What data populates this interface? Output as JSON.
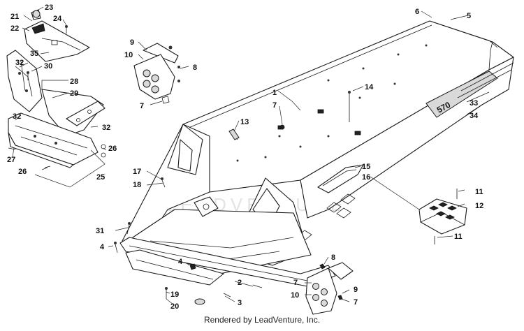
{
  "diagram": {
    "watermark_text": "LEADVENTURE",
    "credit": "Rendered by LeadVenture, Inc.",
    "callouts": [
      {
        "id": "c23",
        "label": "23"
      },
      {
        "id": "c21",
        "label": "21"
      },
      {
        "id": "c24",
        "label": "24"
      },
      {
        "id": "c22",
        "label": "22"
      },
      {
        "id": "c35",
        "label": "35"
      },
      {
        "id": "c32a",
        "label": "32"
      },
      {
        "id": "c30",
        "label": "30"
      },
      {
        "id": "c28",
        "label": "28"
      },
      {
        "id": "c29",
        "label": "29"
      },
      {
        "id": "c32b",
        "label": "32"
      },
      {
        "id": "c32c",
        "label": "32"
      },
      {
        "id": "c27",
        "label": "27"
      },
      {
        "id": "c26a",
        "label": "26"
      },
      {
        "id": "c26b",
        "label": "26"
      },
      {
        "id": "c25",
        "label": "25"
      },
      {
        "id": "c9a",
        "label": "9"
      },
      {
        "id": "c10a",
        "label": "10"
      },
      {
        "id": "c8a",
        "label": "8"
      },
      {
        "id": "c7a",
        "label": "7"
      },
      {
        "id": "c6",
        "label": "6"
      },
      {
        "id": "c5",
        "label": "5"
      },
      {
        "id": "c1",
        "label": "1"
      },
      {
        "id": "c7b",
        "label": "7"
      },
      {
        "id": "c14",
        "label": "14"
      },
      {
        "id": "c13",
        "label": "13"
      },
      {
        "id": "c33",
        "label": "33"
      },
      {
        "id": "c34",
        "label": "34"
      },
      {
        "id": "c17",
        "label": "17"
      },
      {
        "id": "c18",
        "label": "18"
      },
      {
        "id": "c15",
        "label": "15"
      },
      {
        "id": "c16",
        "label": "16"
      },
      {
        "id": "c11a",
        "label": "11"
      },
      {
        "id": "c12",
        "label": "12"
      },
      {
        "id": "c11b",
        "label": "11"
      },
      {
        "id": "c31",
        "label": "31"
      },
      {
        "id": "c4a",
        "label": "4"
      },
      {
        "id": "c4b",
        "label": "4"
      },
      {
        "id": "c19",
        "label": "19"
      },
      {
        "id": "c20",
        "label": "20"
      },
      {
        "id": "c2",
        "label": "2"
      },
      {
        "id": "c3",
        "label": "3"
      },
      {
        "id": "c8b",
        "label": "8"
      },
      {
        "id": "c7c",
        "label": "7"
      },
      {
        "id": "c9b",
        "label": "9"
      },
      {
        "id": "c10b",
        "label": "10"
      },
      {
        "id": "c7d",
        "label": "7"
      }
    ]
  }
}
